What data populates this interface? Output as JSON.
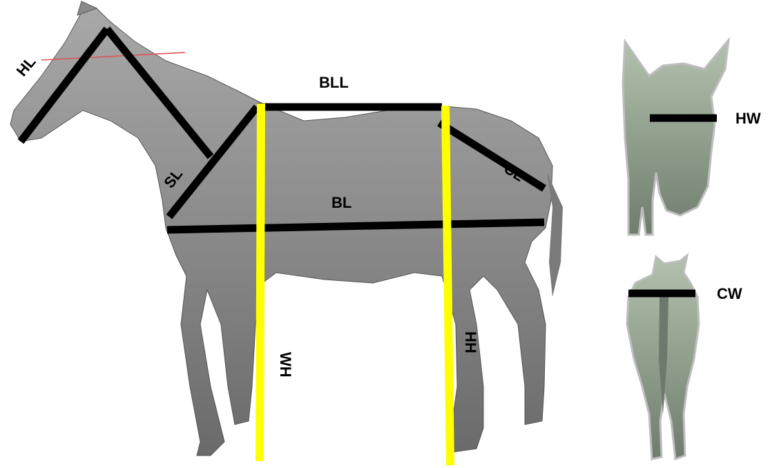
{
  "labels": {
    "HL": "HL",
    "BLL": "BLL",
    "SL": "SL",
    "CL": "CL",
    "BL": "BL",
    "WH": "WH",
    "HH": "HH",
    "HW": "HW",
    "CW": "CW"
  },
  "colors": {
    "measure_line": "#000000",
    "height_line": "#ffff00",
    "body": "#8f8f8f",
    "body_dark": "#6e6e6e",
    "view_fill": "#8c9a8a",
    "red_line": "#e05050"
  }
}
